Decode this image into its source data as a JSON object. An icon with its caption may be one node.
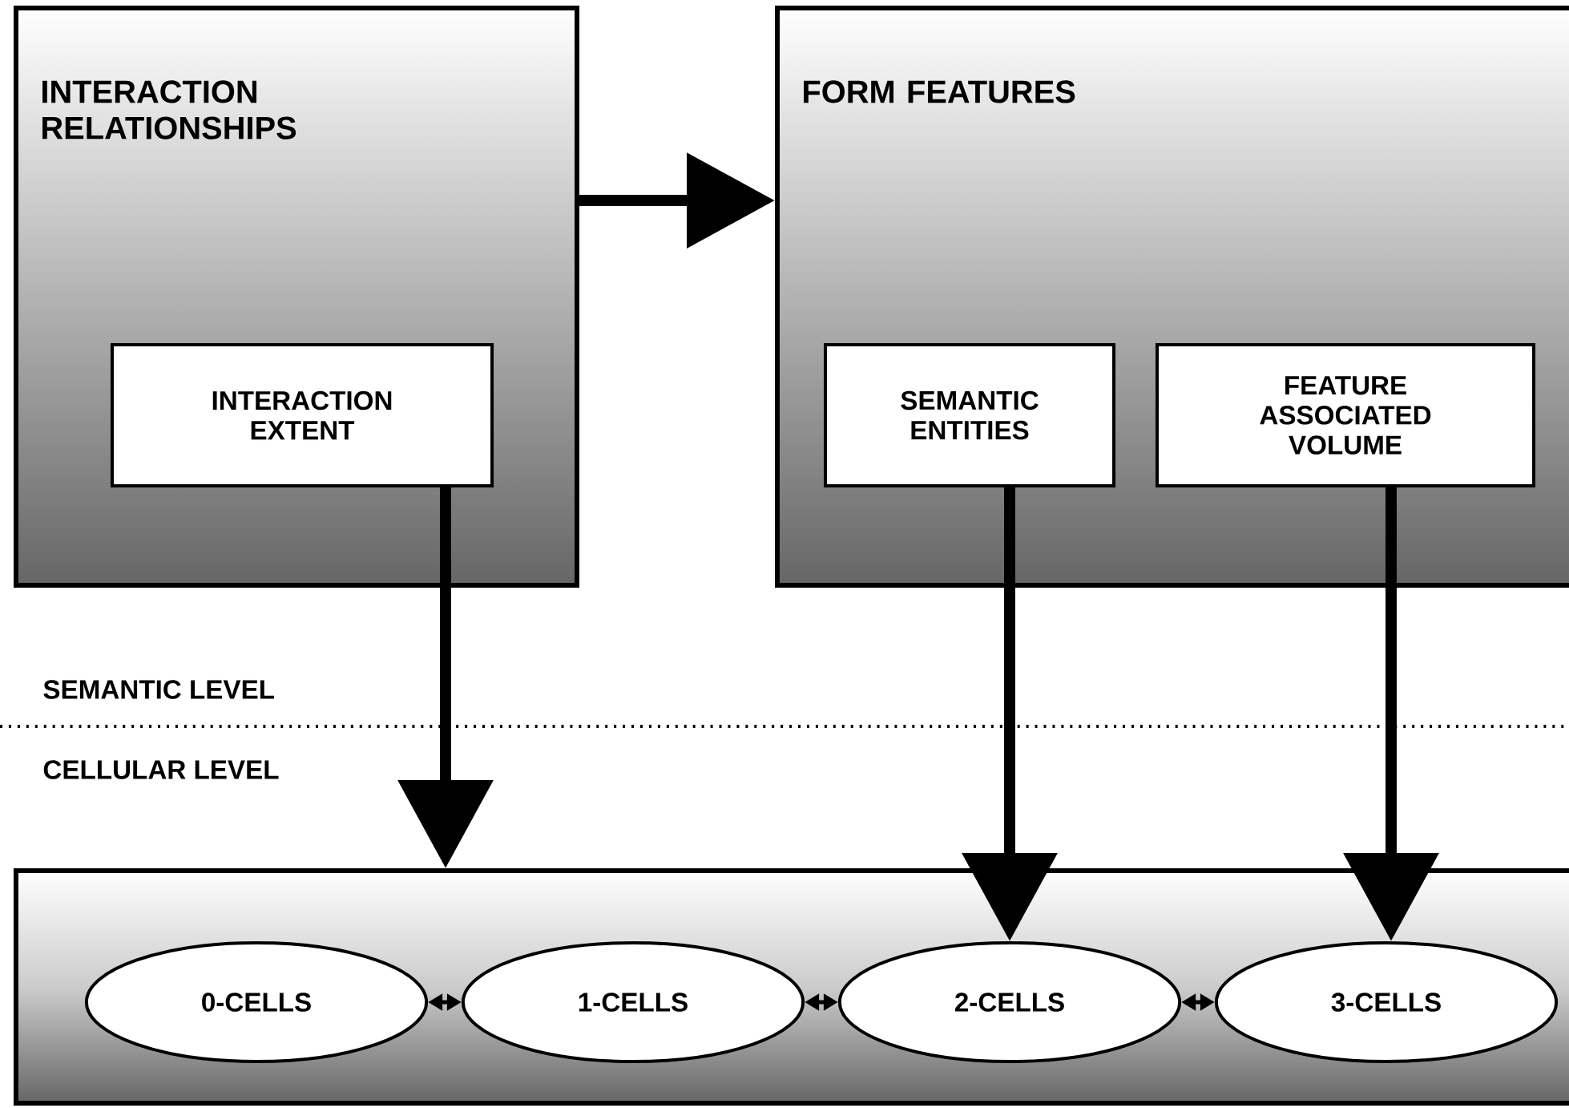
{
  "diagram": {
    "nodes": [
      {
        "text": [
          "INTERACTION RELATIONSHIPS"
        ]
      },
      {
        "text": [
          "INTERACTION EXTENT"
        ],
        "in": 0
      },
      {
        "text": [
          "FORM FEATURES"
        ]
      },
      {
        "text": [
          "SEMANTIC ENTITIES"
        ],
        "in": 2
      },
      {
        "text": [
          "FEATURE ASSOCIATED VOLUME"
        ],
        "in": 2
      },
      {
        "text": [],
        "shape": "box"
      },
      {
        "text": [
          "0-CELLS"
        ],
        "in": 5
      },
      {
        "text": [
          "1-CELLS"
        ],
        "in": 5
      },
      {
        "text": [
          "2-CELLS"
        ],
        "in": 5
      },
      {
        "text": [
          "3-CELLS"
        ],
        "in": 5
      }
    ],
    "edges": [
      {
        "from": 0,
        "to": 2,
        "arrow": "to"
      },
      {
        "from": 1,
        "to": 5,
        "arrow": "to"
      },
      {
        "from": 3,
        "to": 8,
        "arrow": "to"
      },
      {
        "from": 4,
        "to": 9,
        "arrow": "to"
      },
      {
        "from": 6,
        "to": 7,
        "arrow": "both"
      },
      {
        "from": 7,
        "to": 8,
        "arrow": "both"
      },
      {
        "from": 8,
        "to": 9,
        "arrow": "both"
      }
    ],
    "labels": [
      "SEMANTIC LEVEL",
      "CELLULAR LEVEL"
    ]
  }
}
